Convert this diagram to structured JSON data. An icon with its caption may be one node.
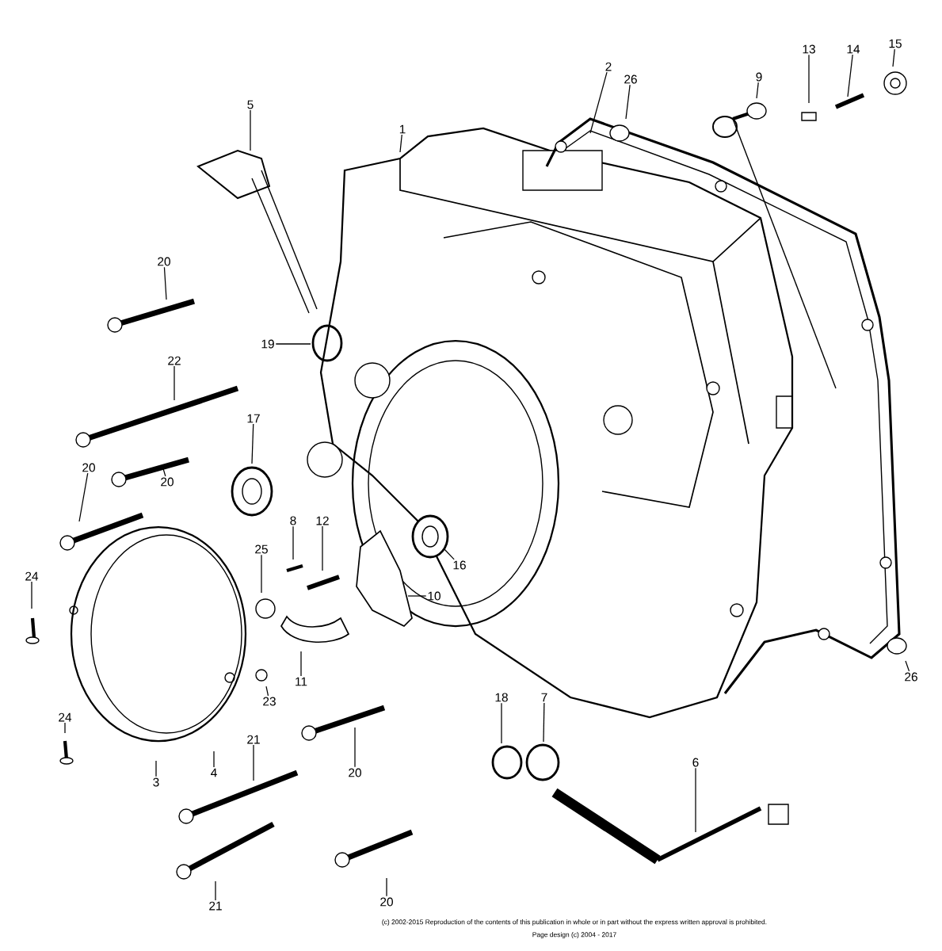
{
  "diagram": {
    "nodes": [
      {
        "text": [
          "15"
        ]
      },
      {
        "text": [
          "13"
        ]
      },
      {
        "text": [
          "14"
        ]
      },
      {
        "text": [
          "2"
        ]
      },
      {
        "text": [
          "9"
        ]
      },
      {
        "text": [
          "26"
        ]
      },
      {
        "text": [
          "5"
        ]
      },
      {
        "text": [
          "1"
        ]
      },
      {
        "text": [
          "20"
        ]
      },
      {
        "text": [
          "19"
        ]
      },
      {
        "text": [
          "22"
        ]
      },
      {
        "text": [
          "17"
        ]
      },
      {
        "text": [
          "20"
        ]
      },
      {
        "text": [
          "20"
        ]
      },
      {
        "text": [
          "8"
        ]
      },
      {
        "text": [
          "12"
        ]
      },
      {
        "text": [
          "16"
        ]
      },
      {
        "text": [
          "25"
        ]
      },
      {
        "text": [
          "24"
        ]
      },
      {
        "text": [
          "10"
        ]
      },
      {
        "text": [
          "11"
        ]
      },
      {
        "text": [
          "26"
        ]
      },
      {
        "text": [
          "23"
        ]
      },
      {
        "text": [
          "18"
        ]
      },
      {
        "text": [
          "7"
        ]
      },
      {
        "text": [
          "24"
        ]
      },
      {
        "text": [
          "20"
        ]
      },
      {
        "text": [
          "21"
        ]
      },
      {
        "text": [
          "6"
        ]
      },
      {
        "text": [
          "4"
        ]
      },
      {
        "text": [
          "3"
        ]
      },
      {
        "text": [
          "20"
        ]
      },
      {
        "text": [
          "21"
        ]
      }
    ],
    "edges": [
      {
        "from": 0,
        "to": null,
        "arrow": "none"
      },
      {
        "from": 1,
        "to": null,
        "arrow": "none"
      },
      {
        "from": 2,
        "to": null,
        "arrow": "none"
      },
      {
        "from": 3,
        "to": null,
        "arrow": "none"
      },
      {
        "from": 4,
        "to": null,
        "arrow": "none"
      },
      {
        "from": 5,
        "to": null,
        "arrow": "none"
      },
      {
        "from": 6,
        "to": null,
        "arrow": "none"
      },
      {
        "from": 7,
        "to": null,
        "arrow": "none"
      },
      {
        "from": 8,
        "to": null,
        "arrow": "none"
      },
      {
        "from": 9,
        "to": null,
        "arrow": "none"
      },
      {
        "from": 10,
        "to": null,
        "arrow": "none"
      },
      {
        "from": 11,
        "to": null,
        "arrow": "none"
      },
      {
        "from": 12,
        "to": null,
        "arrow": "none"
      },
      {
        "from": 13,
        "to": null,
        "arrow": "none"
      },
      {
        "from": 14,
        "to": null,
        "arrow": "none"
      },
      {
        "from": 15,
        "to": null,
        "arrow": "none"
      },
      {
        "from": 16,
        "to": null,
        "arrow": "none"
      },
      {
        "from": 17,
        "to": null,
        "arrow": "none"
      },
      {
        "from": 18,
        "to": null,
        "arrow": "none"
      },
      {
        "from": 19,
        "to": null,
        "arrow": "none"
      },
      {
        "from": 20,
        "to": null,
        "arrow": "none"
      },
      {
        "from": 21,
        "to": null,
        "arrow": "none"
      },
      {
        "from": 22,
        "to": null,
        "arrow": "none"
      },
      {
        "from": 23,
        "to": null,
        "arrow": "none"
      },
      {
        "from": 24,
        "to": null,
        "arrow": "none"
      },
      {
        "from": 25,
        "to": null,
        "arrow": "none"
      },
      {
        "from": 26,
        "to": null,
        "arrow": "none"
      },
      {
        "from": 27,
        "to": null,
        "arrow": "none"
      },
      {
        "from": 28,
        "to": null,
        "arrow": "none"
      },
      {
        "from": 29,
        "to": null,
        "arrow": "none"
      },
      {
        "from": 30,
        "to": null,
        "arrow": "none"
      },
      {
        "from": 31,
        "to": null,
        "arrow": "none"
      },
      {
        "from": 32,
        "to": null,
        "arrow": "none"
      }
    ],
    "labels": [
      "(c) 2002-2015 Reproduction of the contents of this publication in whole or in part without the express written approval is prohibited.",
      "Page design (c) 2004 - 2017"
    ]
  }
}
